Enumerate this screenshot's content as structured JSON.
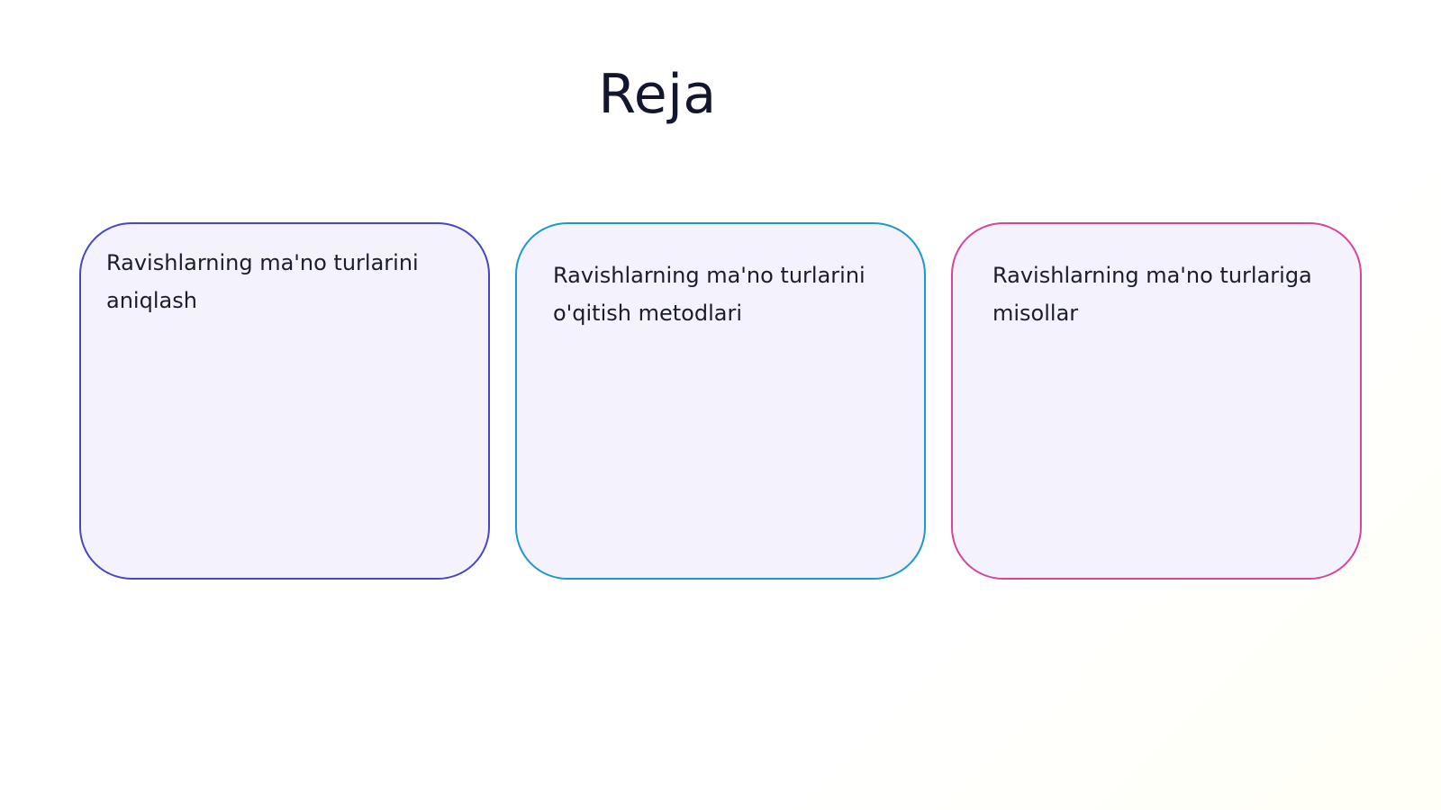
{
  "slide": {
    "title": "Reja",
    "cards": [
      {
        "text": "Ravishlarning ma'no turlarini aniqlash",
        "border_color": "#4846c2"
      },
      {
        "text": "Ravishlarning ma'no turlarini o'qitish metodlari",
        "border_color": "#1d98c8"
      },
      {
        "text": "Ravishlarning ma'no turlariga misollar",
        "border_color": "#d8439b"
      }
    ]
  }
}
